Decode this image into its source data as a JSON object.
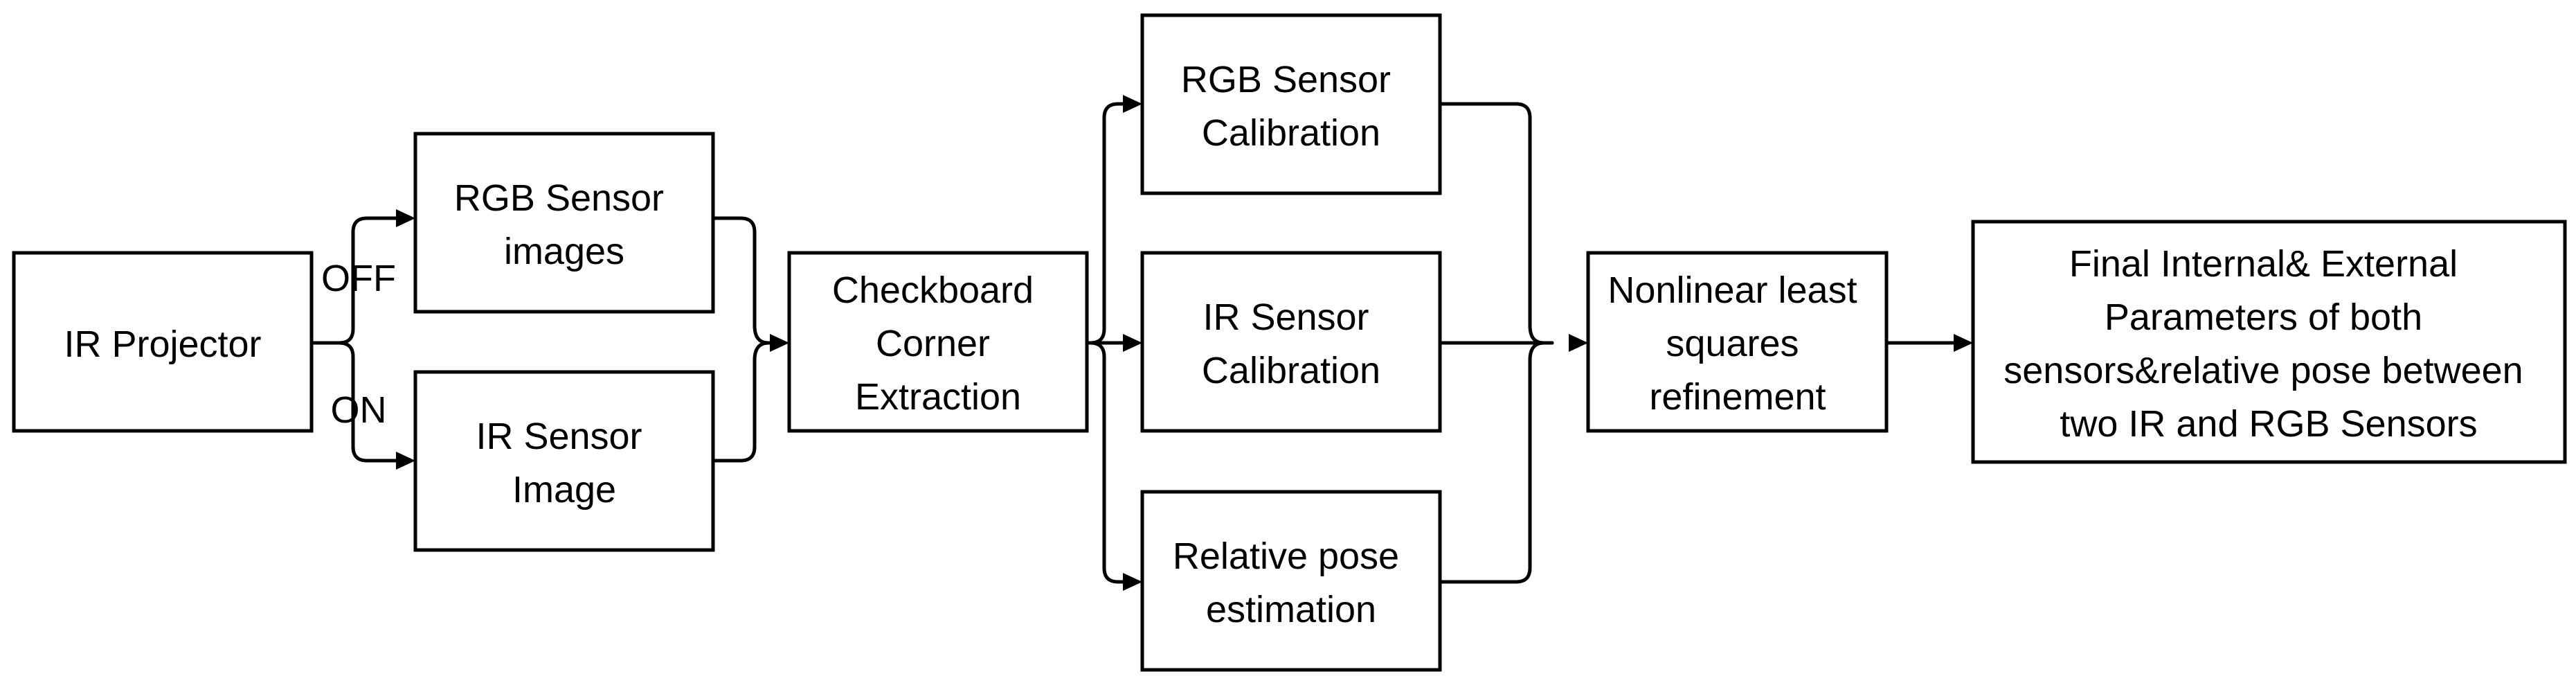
{
  "nodes": {
    "ir_projector": {
      "lines": [
        "IR Projector"
      ]
    },
    "rgb_sensor_images": {
      "lines": [
        "RGB Sensor",
        "images"
      ]
    },
    "ir_sensor_image": {
      "lines": [
        "IR Sensor",
        "Image"
      ]
    },
    "checkboard": {
      "lines": [
        "Checkboard",
        "Corner",
        "Extraction"
      ]
    },
    "rgb_calibration": {
      "lines": [
        "RGB Sensor",
        "Calibration"
      ]
    },
    "ir_calibration": {
      "lines": [
        "IR Sensor",
        "Calibration"
      ]
    },
    "relative_pose": {
      "lines": [
        "Relative pose",
        "estimation"
      ]
    },
    "nonlinear": {
      "lines": [
        "Nonlinear least",
        "squares",
        "refinement"
      ]
    },
    "final": {
      "lines": [
        "Final Internal& External",
        "Parameters of both",
        "sensors&relative pose between",
        "two IR and RGB Sensors"
      ]
    }
  },
  "edge_labels": {
    "off": "OFF",
    "on": "ON"
  }
}
